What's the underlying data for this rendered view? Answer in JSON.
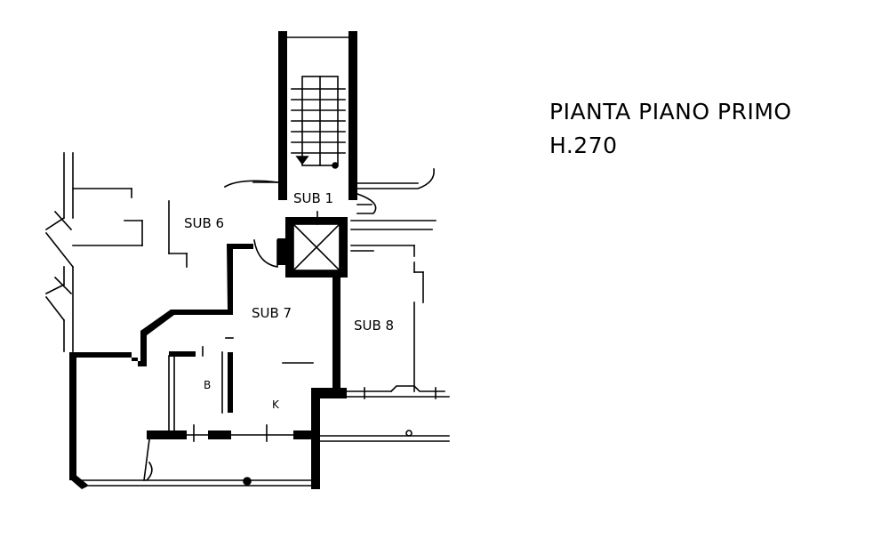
{
  "title": {
    "line1": "PIANTA PIANO PRIMO",
    "line2": "H.270"
  },
  "rooms": {
    "sub1": "SUB 1",
    "sub6": "SUB 6",
    "sub7": "SUB 7",
    "sub8": "SUB 8",
    "bath": "B",
    "kitchen": "K"
  }
}
